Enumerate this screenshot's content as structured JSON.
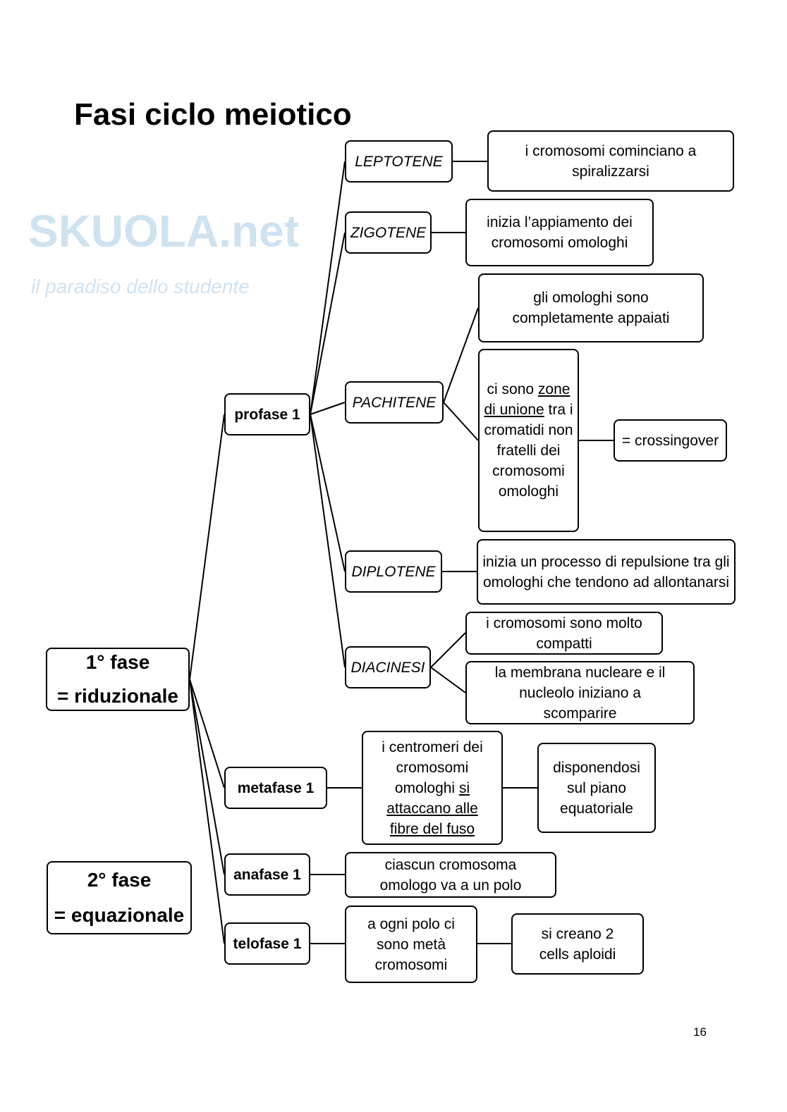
{
  "watermark": {
    "logo": "SKUOLA.net",
    "tagline": "il paradiso dello studente"
  },
  "title": "Fasi ciclo meiotico",
  "page_number": "16",
  "nodes": {
    "fase1": [
      "1° fase",
      "= riduzionale"
    ],
    "fase2": [
      "2° fase",
      "= equazionale"
    ],
    "profase": "profase 1",
    "metafase": "metafase 1",
    "anafase": "anafase 1",
    "telofase": "telofase 1",
    "leptotene": "LEPTOTENE",
    "leptotene_desc": "i cromosomi cominciano a spiralizzarsi",
    "zigotene": "ZIGOTENE",
    "zigotene_desc": "inizia l’appiamento dei cromosomi omologhi",
    "pachitene": "PACHITENE",
    "pachitene_desc1": "gli omologhi sono completamente appaiati",
    "pachitene_desc2": {
      "a": "ci sono ",
      "u": "zone di unione",
      "b": " tra i cromatidi non fratelli dei cromosomi omologhi"
    },
    "crossingover": "= crossingover",
    "diplotene": "DIPLOTENE",
    "diplotene_desc": "inizia un processo di repulsione tra gli omologhi che tendono ad allontanarsi",
    "diacinesi": "DIACINESI",
    "diacinesi_desc1": "i cromosomi sono molto compatti",
    "diacinesi_desc2": "la membrana nucleare e il nucleolo iniziano a scomparire",
    "metafase_desc1": {
      "a": "i centromeri dei cromosomi omologhi ",
      "u": "si attaccano alle fibre del fuso"
    },
    "metafase_desc2": "disponendosi sul piano equatoriale",
    "anafase_desc": "ciascun cromosoma omologo va a un polo",
    "telofase_desc1": "a ogni polo ci sono metà cromosomi",
    "telofase_desc2": "si creano 2 cells aploidi"
  }
}
